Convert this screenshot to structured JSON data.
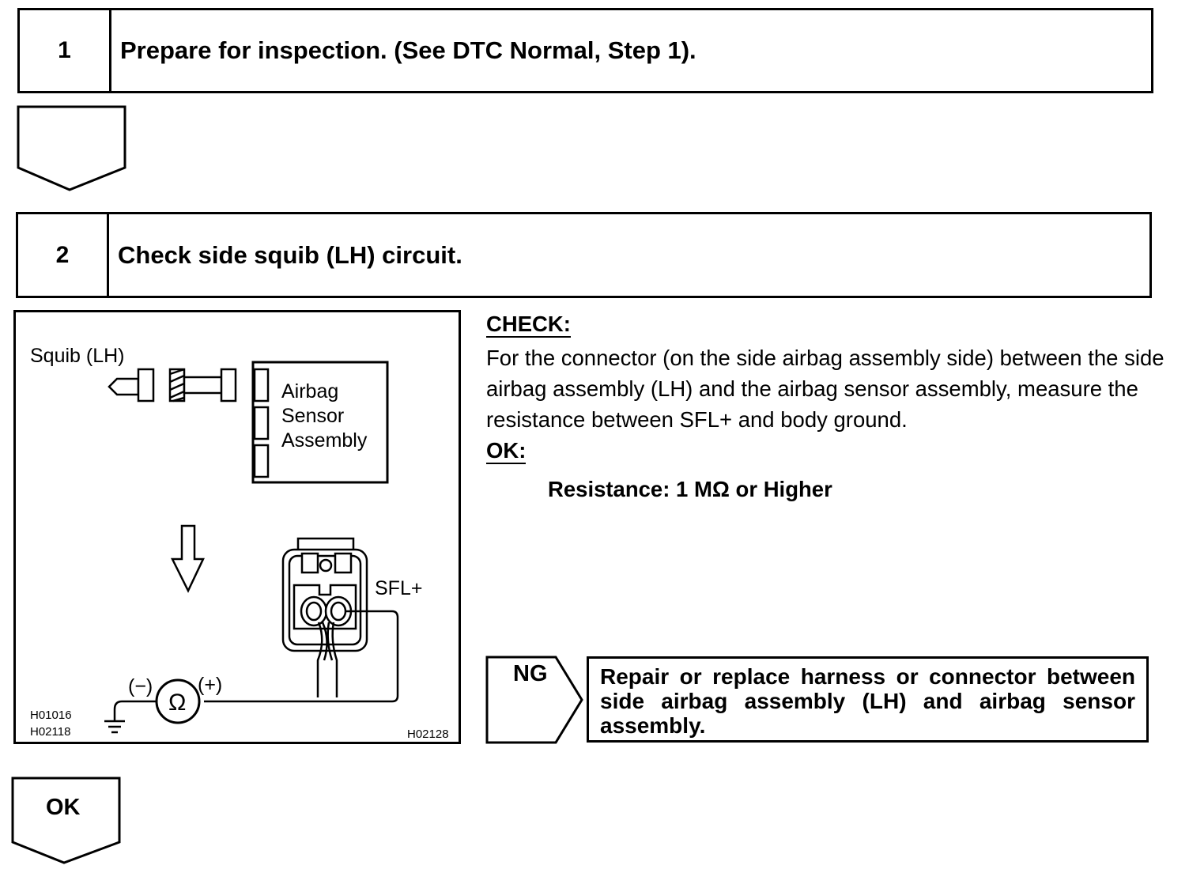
{
  "step1": {
    "number": "1",
    "title": "Prepare for inspection. (See DTC Normal, Step 1)."
  },
  "step2": {
    "number": "2",
    "title": "Check side squib (LH) circuit."
  },
  "figure": {
    "squib_label": "Squib (LH)",
    "sensor_label_1": "Airbag",
    "sensor_label_2": "Sensor",
    "sensor_label_3": "Assembly",
    "terminal_label": "SFL+",
    "minus_label": "(−)",
    "plus_label": "(+)",
    "ohm_symbol": "Ω",
    "code_1": "H01016",
    "code_2": "H02118",
    "code_3": "H02128"
  },
  "check": {
    "heading": "CHECK:",
    "body": "For the connector (on the side airbag assembly side) between the side airbag assembly (LH) and the airbag sensor assembly, measure the resistance between SFL+ and body ground.",
    "ok_heading": "OK:",
    "spec": "Resistance: 1 MΩ or Higher"
  },
  "ng": {
    "label": "NG",
    "action": "Repair or replace harness or connector between side airbag assembly (LH) and airbag sensor assembly."
  },
  "ok": {
    "label": "OK"
  }
}
